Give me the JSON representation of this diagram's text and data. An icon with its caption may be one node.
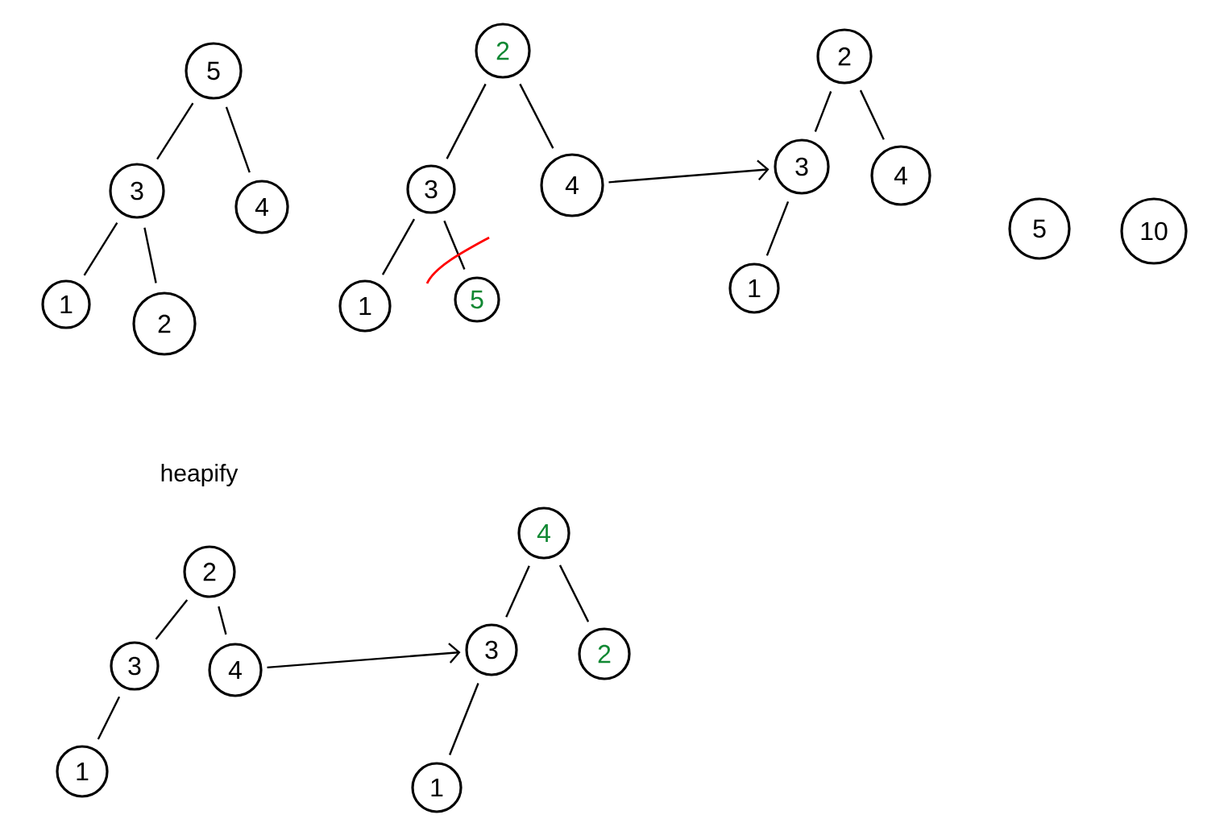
{
  "diagram": {
    "nodes": [
      {
        "text": [
          "5"
        ]
      },
      {
        "text": [
          "3"
        ]
      },
      {
        "text": [
          "4"
        ]
      },
      {
        "text": [
          "1"
        ]
      },
      {
        "text": [
          "2"
        ]
      },
      {
        "text": [
          "2"
        ]
      },
      {
        "text": [
          "3"
        ]
      },
      {
        "text": [
          "4"
        ]
      },
      {
        "text": [
          "1"
        ]
      },
      {
        "text": [
          "5"
        ]
      },
      {
        "text": [
          "2"
        ]
      },
      {
        "text": [
          "3"
        ]
      },
      {
        "text": [
          "4"
        ]
      },
      {
        "text": [
          "1"
        ]
      },
      {
        "text": [
          "5"
        ]
      },
      {
        "text": [
          "10"
        ]
      },
      {
        "text": [
          "2"
        ]
      },
      {
        "text": [
          "3"
        ]
      },
      {
        "text": [
          "4"
        ]
      },
      {
        "text": [
          "1"
        ]
      },
      {
        "text": [
          "4"
        ]
      },
      {
        "text": [
          "3"
        ]
      },
      {
        "text": [
          "2"
        ]
      },
      {
        "text": [
          "1"
        ]
      }
    ],
    "edges": [
      {
        "from": 0,
        "to": 1,
        "arrow": "none"
      },
      {
        "from": 0,
        "to": 2,
        "arrow": "none"
      },
      {
        "from": 1,
        "to": 3,
        "arrow": "none"
      },
      {
        "from": 1,
        "to": 4,
        "arrow": "none"
      },
      {
        "from": 5,
        "to": 6,
        "arrow": "none"
      },
      {
        "from": 5,
        "to": 7,
        "arrow": "none"
      },
      {
        "from": 6,
        "to": 8,
        "arrow": "none"
      },
      {
        "from": 6,
        "to": 9,
        "arrow": "none"
      },
      {
        "from": 7,
        "to": 11,
        "arrow": "to"
      },
      {
        "from": 10,
        "to": 11,
        "arrow": "none"
      },
      {
        "from": 10,
        "to": 12,
        "arrow": "none"
      },
      {
        "from": 11,
        "to": 13,
        "arrow": "none"
      },
      {
        "from": 16,
        "to": 17,
        "arrow": "none"
      },
      {
        "from": 16,
        "to": 18,
        "arrow": "none"
      },
      {
        "from": 17,
        "to": 19,
        "arrow": "none"
      },
      {
        "from": 18,
        "to": 21,
        "arrow": "to"
      },
      {
        "from": 20,
        "to": 21,
        "arrow": "none"
      },
      {
        "from": 20,
        "to": 22,
        "arrow": "none"
      },
      {
        "from": 21,
        "to": 23,
        "arrow": "none"
      }
    ],
    "labels": [
      "heapify"
    ]
  }
}
